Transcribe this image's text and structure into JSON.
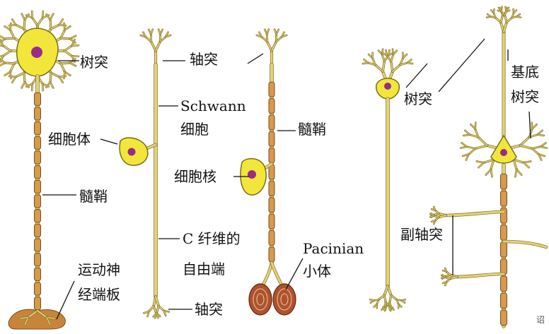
{
  "labels": {
    "dendrite_1": "树突",
    "axon_top": "轴突",
    "schwann_line1": "Schwann",
    "schwann_line2": "细胞",
    "cell_body": "细胞体",
    "myelin_1": "髓鞘",
    "myelin_3": "髓鞘",
    "nucleus": "细胞核",
    "c_fiber_line1": "C 纤维的",
    "c_fiber_line2": "自由端",
    "axon_bottom": "轴突",
    "pacinian_line1": "Pacinian",
    "pacinian_line2": "小体",
    "motor_line1": "运动神",
    "motor_line2": "经端板",
    "dendrite_4": "树突",
    "basal_line1": "基底",
    "basal_line2": "树突",
    "collateral": "副轴突",
    "watermark": "诏"
  },
  "colors": {
    "fiber": "#e3d27a",
    "fiber_edge": "#8a7a2a",
    "cell": "#f3e63a",
    "cell_edge": "#7a6d18",
    "nucleus": "#9b2a8a",
    "myelin": "#d69a4e",
    "myelin_edge": "#7a4e1c",
    "endplate": "#c8843a",
    "pacinian": "#b0522c",
    "leader": "#111111"
  }
}
